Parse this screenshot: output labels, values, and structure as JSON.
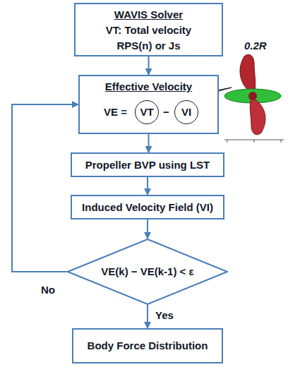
{
  "diagram": {
    "nodes": [
      {
        "text": [
          "WAVIS Solver",
          "VT: Total velocity",
          "RPS(n) or Js"
        ]
      },
      {
        "text": [
          "Effective Velocity",
          "VE ="
        ]
      },
      {
        "text": [
          "VT"
        ],
        "in": 1
      },
      {
        "text": [
          "VI"
        ],
        "in": 1
      },
      {
        "text": [
          "Propeller BVP using LST"
        ]
      },
      {
        "text": [
          "Induced Velocity Field (VI)"
        ]
      },
      {
        "text": [
          "VE(k) − VE(k-1) < ε"
        ]
      },
      {
        "text": [
          "Body Force Distribution"
        ]
      }
    ],
    "edges": [
      {
        "from": 0,
        "to": 1,
        "arrow": "to"
      },
      {
        "from": 1,
        "to": 4,
        "arrow": "to"
      },
      {
        "from": 4,
        "to": 5,
        "arrow": "to"
      },
      {
        "from": 5,
        "to": 6,
        "arrow": "to"
      },
      {
        "from": 6,
        "to": 1,
        "label": "No",
        "arrow": "to"
      },
      {
        "from": 6,
        "to": 7,
        "label": "Yes",
        "arrow": "to"
      }
    ],
    "labels": [
      "0.2R",
      "−"
    ]
  }
}
